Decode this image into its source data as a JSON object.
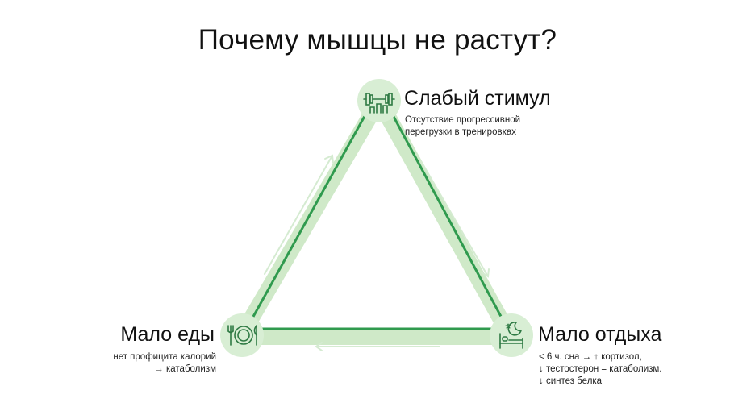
{
  "title": "Почему мышцы не растут?",
  "colors": {
    "accent": "#2f9a4e",
    "band": "#cfe9c8",
    "node_fill": "#d8eed4",
    "arrow": "#d5ebd1"
  },
  "nodes": [
    {
      "id": "stimulus",
      "label": "Слабый стимул",
      "icon": "dumbbell-icon",
      "desc": [
        "Отсутствие прогрессивной",
        "перегрузки в тренировках"
      ]
    },
    {
      "id": "rest",
      "label": "Мало отдыха",
      "icon": "sleep-bed-icon",
      "desc": [
        "< 6 ч. сна → ↑ кортизол,",
        "↓ тестостерон = катаболизм.",
        "↓ синтез белка"
      ]
    },
    {
      "id": "food",
      "label": "Мало еды",
      "icon": "plate-cutlery-icon",
      "desc": [
        "нет профицита калорий",
        "→ катаболизм"
      ]
    }
  ]
}
